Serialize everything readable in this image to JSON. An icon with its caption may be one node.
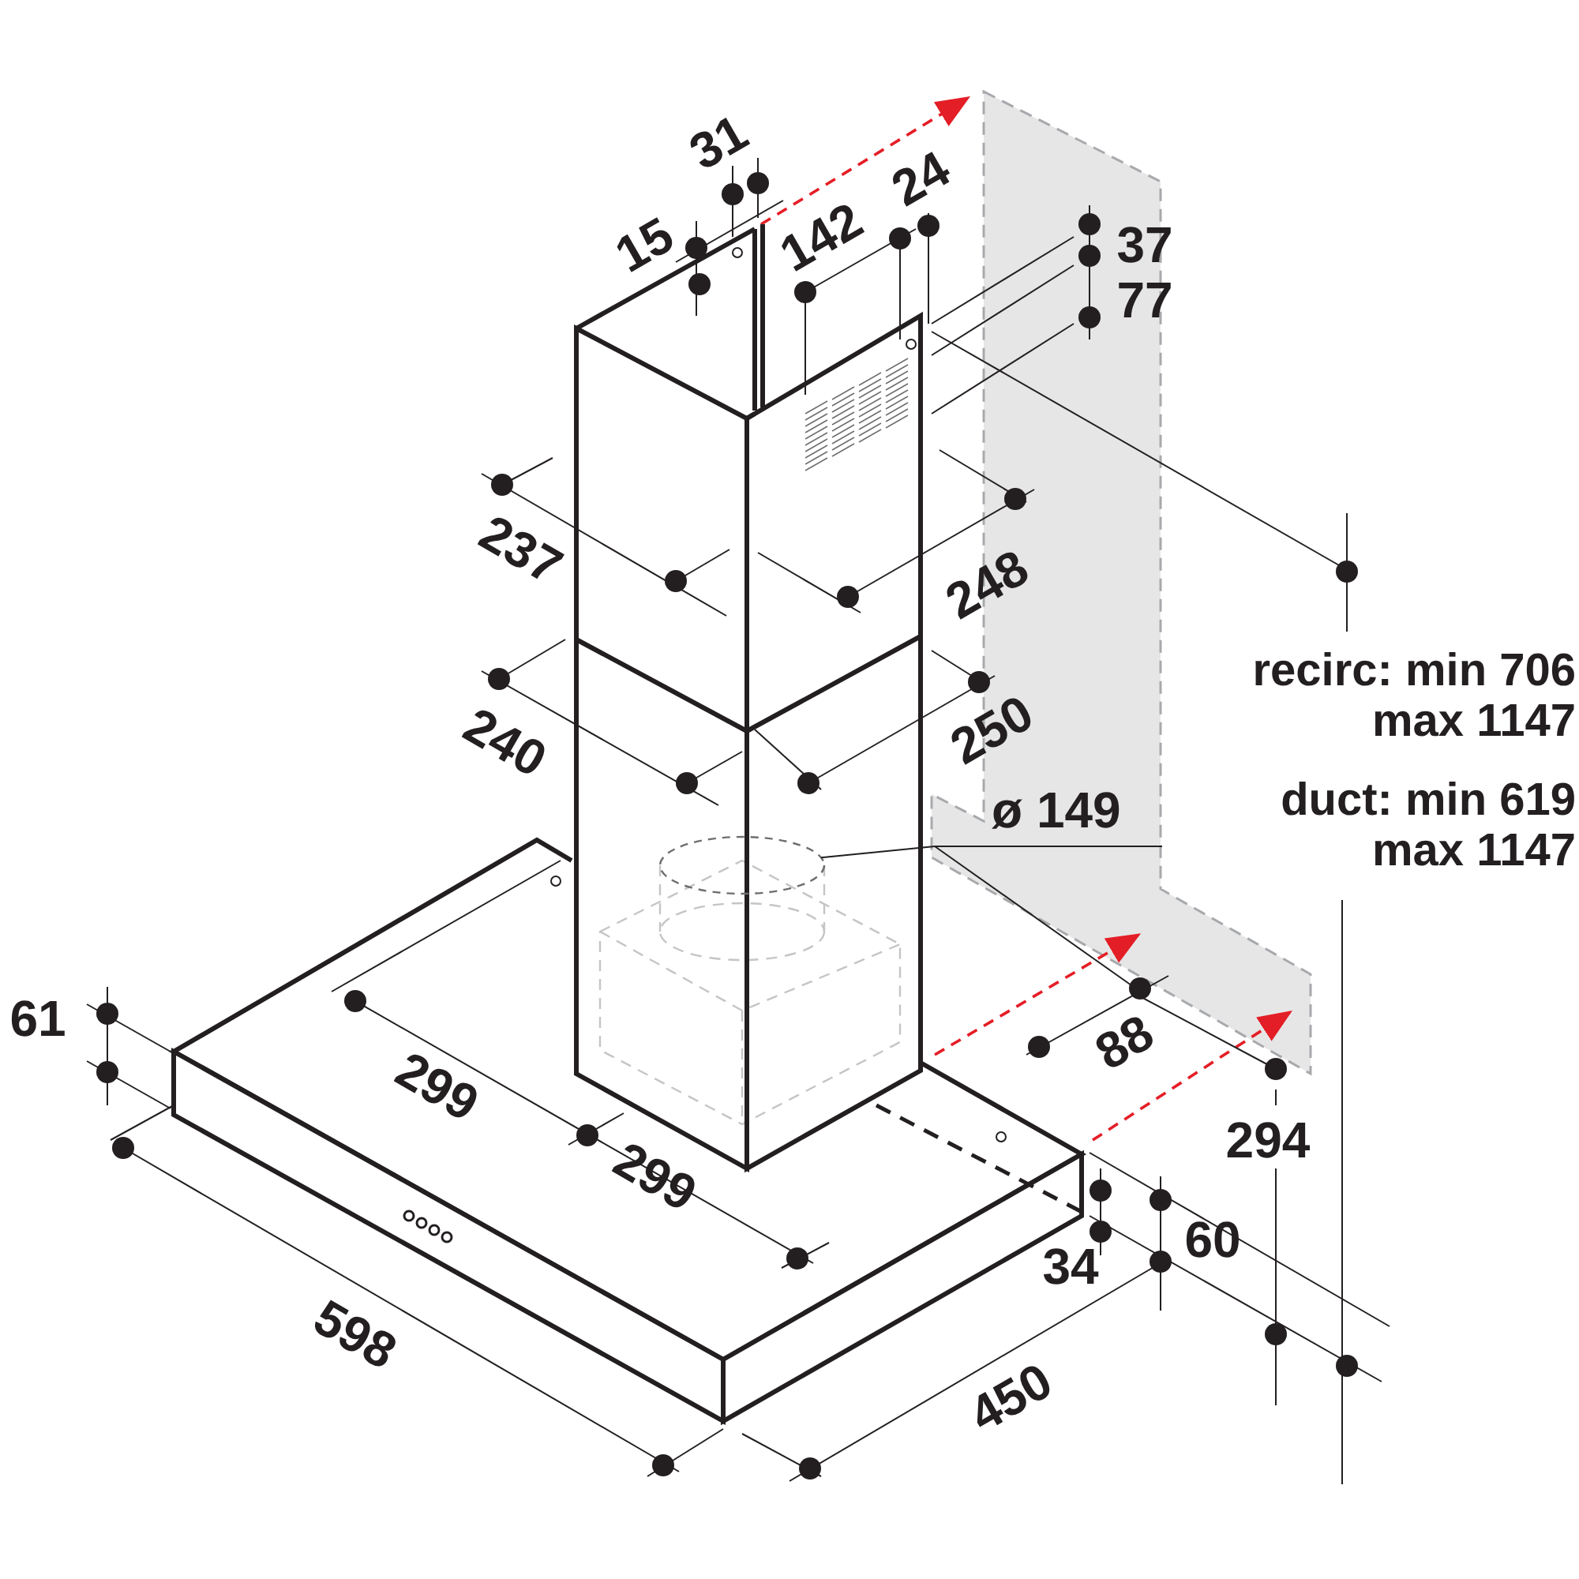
{
  "diagram": {
    "nodes": [
      {
        "text": [
          "ø 149"
        ]
      },
      {
        "text": [],
        "shape": "cylinder"
      }
    ],
    "edges": [
      {
        "from": 0,
        "to": 1,
        "arrow": "none"
      }
    ],
    "labels": [
      "31",
      "15",
      "142",
      "24",
      "37",
      "77",
      "237",
      "248",
      "recirc: min 706 max 1147",
      "240",
      "250",
      "duct: min 619 max 1147",
      "61",
      "88",
      "299",
      "294",
      "299",
      "60",
      "34",
      "598",
      "450"
    ]
  }
}
